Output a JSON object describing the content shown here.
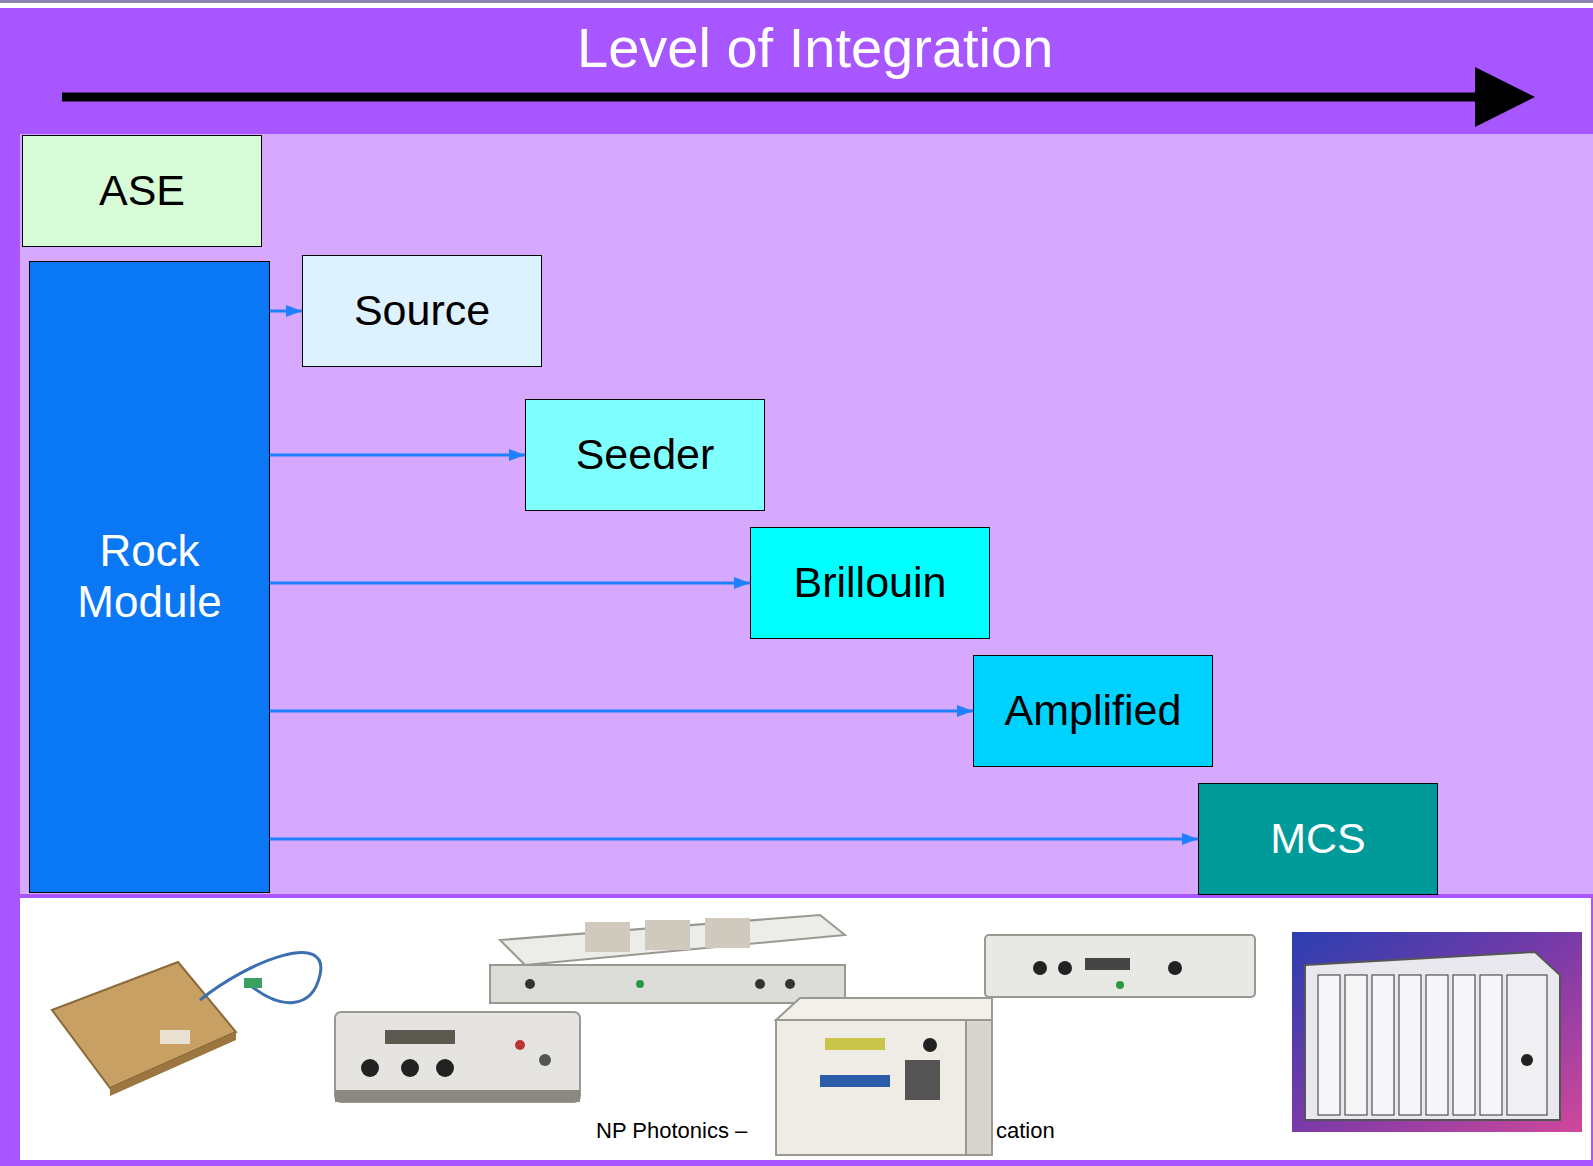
{
  "diagram": {
    "title": "Level of Integration",
    "nodes": [
      {
        "text": [
          "ASE"
        ]
      },
      {
        "text": [
          "Rock Module"
        ]
      },
      {
        "text": [
          "Source"
        ]
      },
      {
        "text": [
          "Seeder"
        ]
      },
      {
        "text": [
          "Brillouin"
        ]
      },
      {
        "text": [
          "Amplified"
        ]
      },
      {
        "text": [
          "MCS"
        ]
      }
    ],
    "edges": [
      {
        "from": 1,
        "to": 2,
        "arrow": "to"
      },
      {
        "from": 1,
        "to": 3,
        "arrow": "to"
      },
      {
        "from": 1,
        "to": 4,
        "arrow": "to"
      },
      {
        "from": 1,
        "to": 5,
        "arrow": "to"
      },
      {
        "from": 1,
        "to": 6,
        "arrow": "to"
      }
    ],
    "labels": [
      "NP Photonics –",
      "cation"
    ]
  }
}
